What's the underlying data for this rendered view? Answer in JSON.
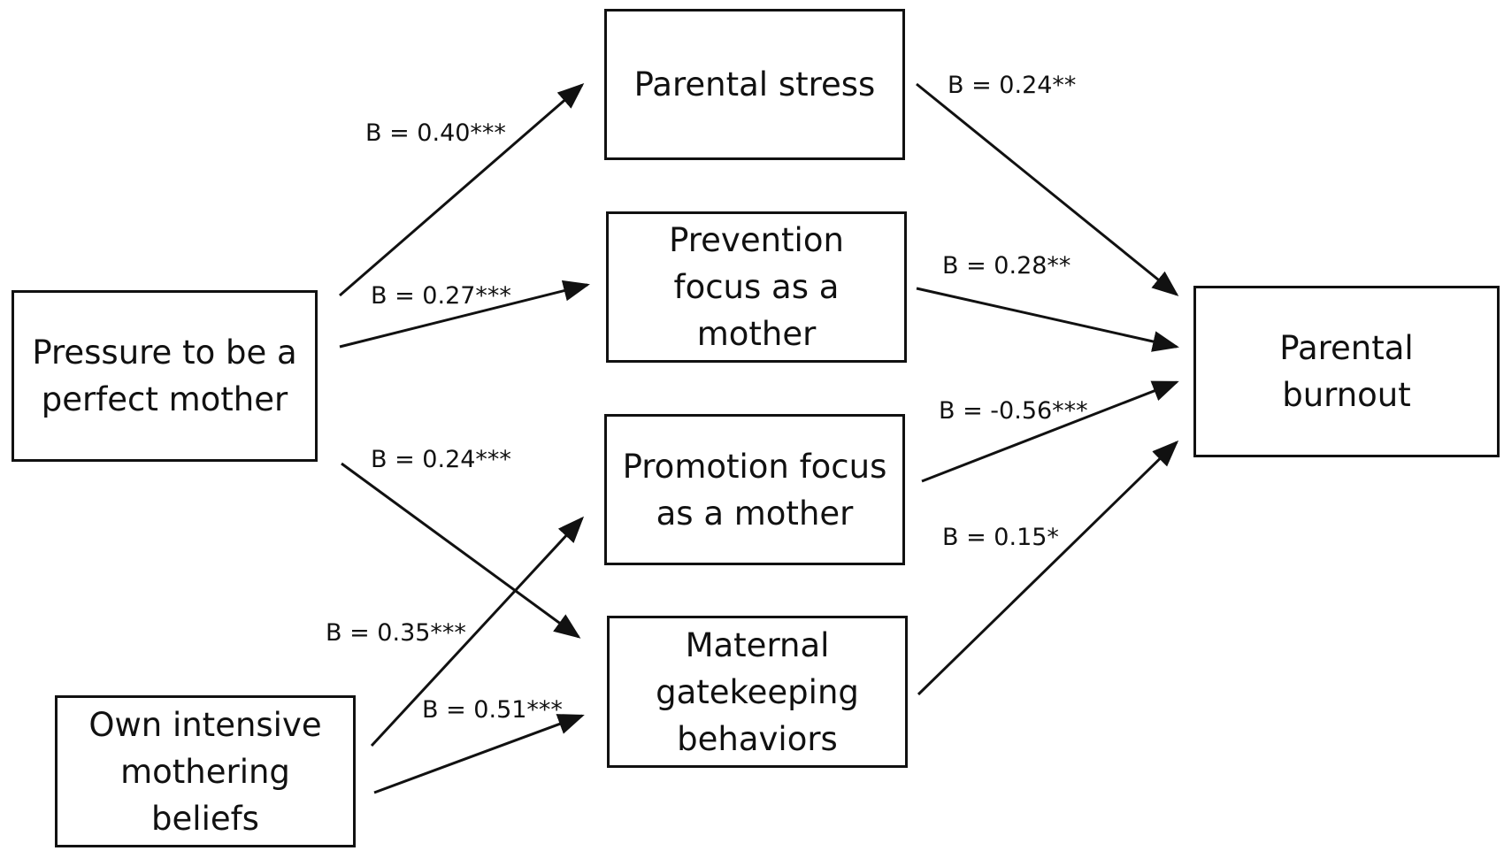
{
  "nodes": {
    "pressure": "Pressure to be a perfect mother",
    "intensive": "Own intensive mothering beliefs",
    "stress": "Parental stress",
    "prevention": "Prevention focus as a mother",
    "promotion": "Promotion focus as a mother",
    "gatekeeping": "Maternal gatekeeping behaviors",
    "burnout": "Parental burnout"
  },
  "paths": {
    "pressure_stress": "B = 0.40***",
    "pressure_prevention": "B = 0.27***",
    "pressure_gatekeeping": "B = 0.24***",
    "intensive_promotion": "B = 0.35***",
    "intensive_gatekeeping": "B = 0.51***",
    "stress_burnout": "B = 0.24**",
    "prevention_burnout": "B = 0.28**",
    "promotion_burnout": "B = -0.56***",
    "gatekeeping_burnout": "B = 0.15*"
  }
}
